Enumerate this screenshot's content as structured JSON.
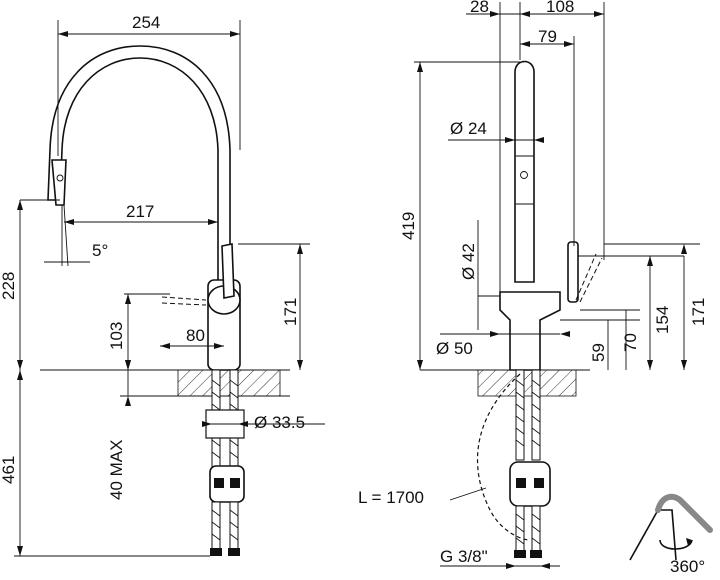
{
  "left_view": {
    "spout_reach_outer": "254",
    "spout_reach_inner": "217",
    "tilt_angle": "5°",
    "height_to_aerator": "228",
    "handle_height": "171",
    "lever_height": "103",
    "lever_offset": "80",
    "below_counter_length": "461",
    "max_counter_thickness": "40 MAX",
    "mounting_hole_diameter": "Ø 33.5"
  },
  "right_view": {
    "offset_rear": "28",
    "depth_total": "108",
    "depth_inner": "79",
    "spout_diameter": "Ø 24",
    "total_height": "419",
    "body_diameter_upper": "Ø 42",
    "body_diameter_base": "Ø 50",
    "handle_height_1": "154",
    "handle_height_2": "171",
    "base_height_1": "59",
    "base_height_2": "70",
    "hose_length": "L = 1700",
    "connection_thread": "G 3/8\""
  },
  "rotation_icon": {
    "label": "360°"
  }
}
